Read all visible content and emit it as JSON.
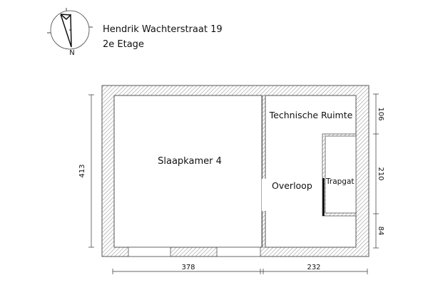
{
  "header": {
    "address": "Hendrik Wachterstraat 19",
    "floor": "2e Etage",
    "north_label": "N"
  },
  "rooms": {
    "bedroom": "Slaapkamer 4",
    "technical": "Technische Ruimte",
    "landing": "Overloop",
    "stairwell": "Trapgat"
  },
  "dimensions": {
    "height_total": "413",
    "width_left": "378",
    "width_right": "232",
    "right_top": "106",
    "right_middle": "210",
    "right_bottom": "84"
  }
}
